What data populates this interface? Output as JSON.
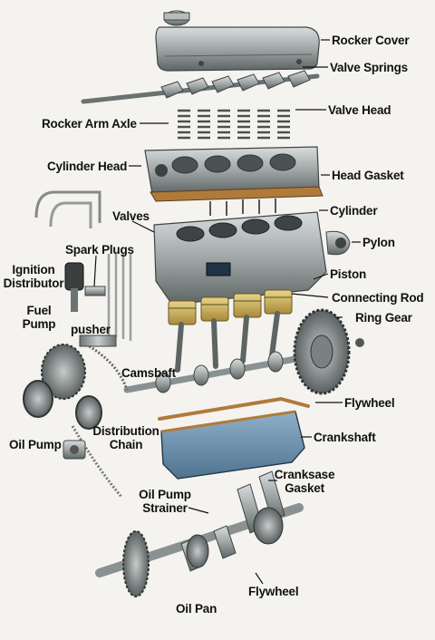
{
  "labels": {
    "rocker_cover": "Rocker Cover",
    "valve_springs": "Valve Springs",
    "valve_head": "Valve Head",
    "rocker_arm_axle": "Rocker Arm Axle",
    "cylinder_head": "Cylinder Head",
    "head_gasket": "Head Gasket",
    "cylinder": "Cylinder",
    "valves": "Valves",
    "pylon": "Pylon",
    "spark_plugs": "Spark Plugs",
    "ignition_distributor_1": "Ignition",
    "ignition_distributor_2": "Distributor",
    "piston": "Piston",
    "connecting_rod": "Connecting Rod",
    "fuel_pump_1": "Fuel",
    "fuel_pump_2": "Pump",
    "pusher": "pusher",
    "ring_gear": "Ring Gear",
    "camsbaft": "Camsbaft",
    "flywheel_upper": "Flywheel",
    "distribution_chain_1": "Distribution",
    "distribution_chain_2": "Chain",
    "crankshaft": "Crankshaft",
    "oil_pump": "Oil Pump",
    "cranksase_gasket_1": "Cranksase",
    "cranksase_gasket_2": "Gasket",
    "oil_pump_strainer_1": "Oil Pump",
    "oil_pump_strainer_2": "Strainer",
    "flywheel_lower": "Flywheel",
    "oil_pan": "Oil Pan"
  }
}
